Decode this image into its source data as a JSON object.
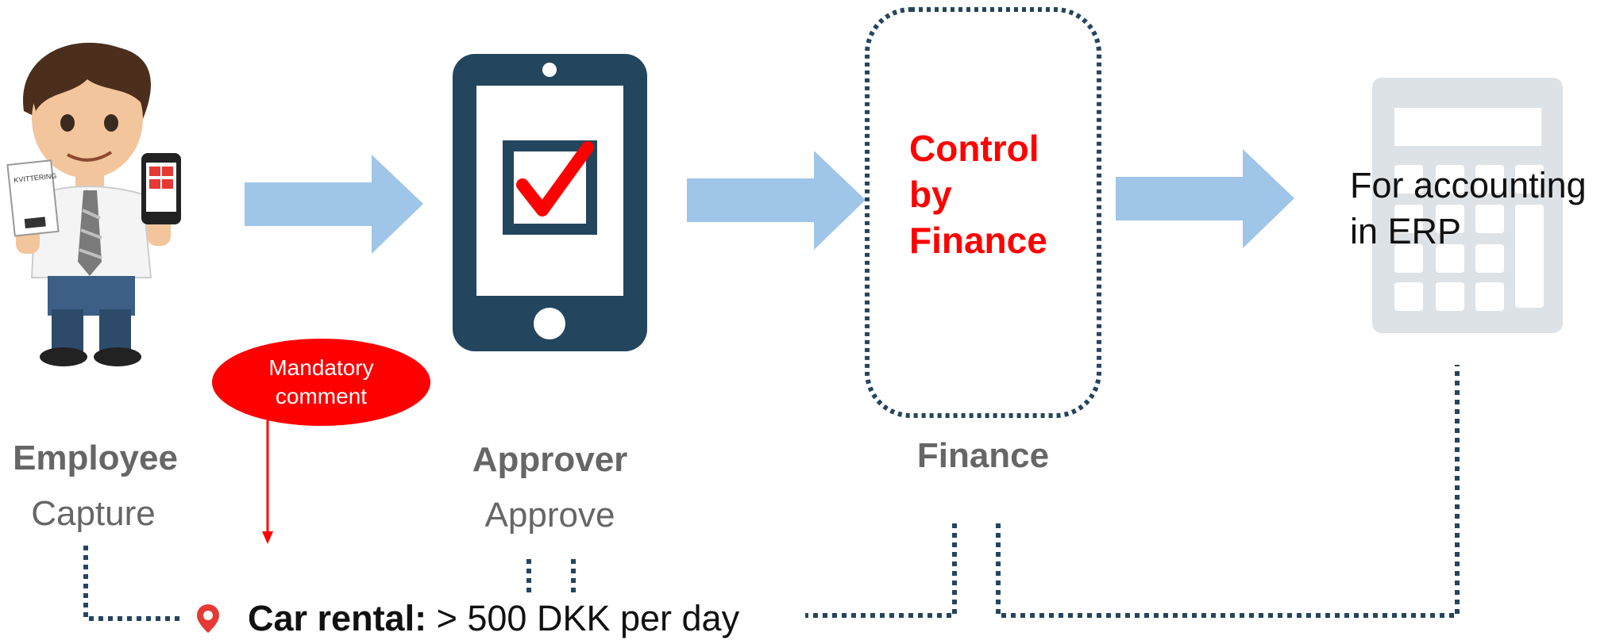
{
  "colors": {
    "arrow": "#9fc5e8",
    "dark_blue": "#24455e",
    "red": "#ff0000",
    "gray_text": "#666666",
    "calculator": "#dde2e6"
  },
  "employee": {
    "title": "Employee",
    "subtitle": "Capture",
    "receipt_text": "KVITTERING",
    "icon": "person-with-phone-and-receipt"
  },
  "approver": {
    "title": "Approver",
    "subtitle": "Approve",
    "icon": "phone-checkmark"
  },
  "finance": {
    "title": "Finance",
    "control_lines": [
      "Control",
      "by",
      "Finance"
    ]
  },
  "erp": {
    "text_lines": [
      "For accounting",
      "in ERP"
    ],
    "icon": "calculator"
  },
  "callout": {
    "lines": [
      "Mandatory",
      "comment"
    ]
  },
  "rule": {
    "icon": "map-pin-icon",
    "label": "Car rental:",
    "value": " > 500 DKK per day"
  }
}
